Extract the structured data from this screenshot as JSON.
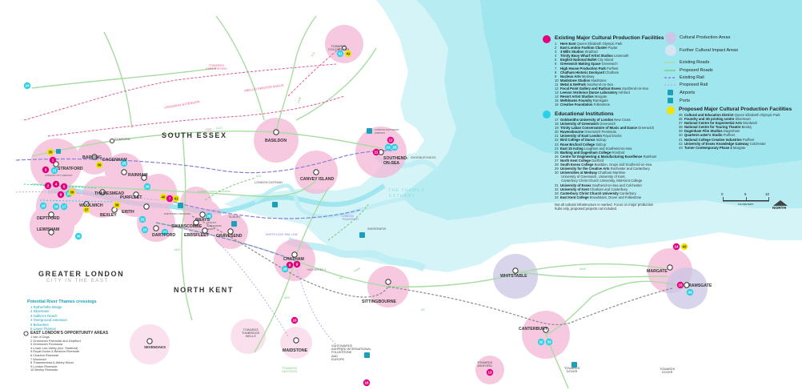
{
  "colors": {
    "sea": "#d5f4f7",
    "sea_deep": "#9fe6ee",
    "land": "#ffffff",
    "cultural_area": "#f3b7d6",
    "impact_area": "#c9c6e6",
    "existing_road": "#a7dca2",
    "proposed_road": "#7fc77f",
    "existing_rail": "#8a7fd8",
    "proposed_rail": "#b6aee6",
    "pink_route": "#e4578f",
    "existing_facility": "#e5007e",
    "educational": "#2cd0e5",
    "proposed_facility": "#f2e400",
    "port": "#1aa0b8"
  },
  "regions": {
    "south_essex": "SOUTH ESSEX",
    "greater_london": "GREATER LONDON",
    "city_in_east": "CITY IN THE EAST",
    "north_kent": "NORTH KENT",
    "estuary": "THE THAMES",
    "estuary2": "ESTUARY"
  },
  "places": [
    {
      "id": "stratford",
      "name": "STRATFORD"
    },
    {
      "id": "barking",
      "name": "BARKING"
    },
    {
      "id": "dagenham",
      "name": "DAGENHAM"
    },
    {
      "id": "rainham",
      "name": "RAINHAM"
    },
    {
      "id": "thamesmead",
      "name": "THAMESMEAD"
    },
    {
      "id": "purfleet",
      "name": "PURFLEET"
    },
    {
      "id": "woolwich",
      "name": "WOOLWICH"
    },
    {
      "id": "bexley",
      "name": "BEXLEY"
    },
    {
      "id": "erith",
      "name": "ERITH"
    },
    {
      "id": "deptford",
      "name": "DEPTFORD"
    },
    {
      "id": "lewisham",
      "name": "LEWISHAM"
    },
    {
      "id": "dartford",
      "name": "DARTFORD"
    },
    {
      "id": "grays",
      "name": "GRAYS"
    },
    {
      "id": "swanscombe",
      "name": "SWANSCOMBE"
    },
    {
      "id": "ebbsfleet",
      "name": "EBBSFLEET"
    },
    {
      "id": "gravesend",
      "name": "GRAVESEND"
    },
    {
      "id": "basildon",
      "name": "BASILDON"
    },
    {
      "id": "canvey",
      "name": "CANVEY ISLAND"
    },
    {
      "id": "southend",
      "name": "SOUTHEND-\nON-SEA"
    },
    {
      "id": "chatham",
      "name": "CHATHAM"
    },
    {
      "id": "sittingbourne",
      "name": "SITTINGBOURNE"
    },
    {
      "id": "whitstable",
      "name": "WHITSTABLE"
    },
    {
      "id": "margate",
      "name": "MARGATE"
    },
    {
      "id": "ramsgate",
      "name": "RAMSGATE"
    },
    {
      "id": "canterbury",
      "name": "CANTERBURY"
    },
    {
      "id": "maidstone",
      "name": "MAIDSTONE"
    },
    {
      "id": "sevenoaks",
      "name": "SEVENOAKS"
    },
    {
      "id": "romford",
      "name": "ROMFORD"
    }
  ],
  "small_places": {
    "london_city_airport": "LONDON CITY AIRPORT",
    "shoeburyness": "SHOEBURYNESS",
    "sheerness": "SHEERNESS",
    "tilbury": "TILBURY",
    "london_gateway": "LONDON GATEWAY",
    "tilbury_gravesend_ferry": "TILBURY\nGRAVESEND\nFERRY",
    "dartford_crossing": "DARTFORD CROSSING",
    "london_southend_airport": "LONDON SOUTHEND\nAIRPORT"
  },
  "towns": {
    "colchester": "TOWARDS\nCOLCHESTER",
    "chelmsford": "TOWARDS\nCHELMSFORD",
    "tunbridge": "TOWARDS\nTUNBRIDGE\nWELLS",
    "hastings": "TOWARDS\nHASTINGS",
    "ashford_intl": "VIA TOWARDS\nASHFORD INTERNATIONAL\nFOLKESTONE\nAND\nEUROPE",
    "ashford": "TOWARDS\nASHFORD",
    "dover1": "TOWARDS\nDOVER",
    "dover2": "TOWARDS\nDOVER"
  },
  "road_labels": {
    "a12": "A12",
    "a127": "A127",
    "a13": "A13",
    "a2": "A2",
    "a249": "A249",
    "a299": "A299",
    "m2": "M2",
    "m20": "M20",
    "m25": "M25",
    "c2c": "C2C",
    "a130": "A130",
    "lower_thames": "LOWER THAMES CROSSING",
    "north_kent_rail": "NORTH KENT RAIL LINE",
    "london_transport": "LONDON\nTRANSPORT",
    "hs1": "HIGHSPEED 1",
    "gallions": "GALLIONS REACH",
    "crossrail": "CROSSRAIL EXTENSION",
    "abellio": "ABELLIO GREATER ANGLIA",
    "chelmsford_label": "CHELMSFORD"
  },
  "existing_facilities": {
    "title": "Existing Major Cultural Production Facilities",
    "items": [
      {
        "n": "1",
        "name": "Here East",
        "loc": "Queen Elizabeth Olympic Park"
      },
      {
        "n": "2",
        "name": "East London Fashion Cluster",
        "loc": "Poplar"
      },
      {
        "n": "3",
        "name": "3 Mills Studios",
        "loc": "Stratford"
      },
      {
        "n": "4",
        "name": "Trinity Buoy Wharf Artist Studios",
        "loc": "Leamouth"
      },
      {
        "n": "5",
        "name": "English National Ballet",
        "loc": "City Island"
      },
      {
        "n": "6",
        "name": "Greenwich Making Space",
        "loc": "Greenwich"
      },
      {
        "n": "7",
        "name": "High House Production Park",
        "loc": "Purfleet"
      },
      {
        "n": "8",
        "name": "Chatham Historic Dockyard",
        "loc": "Chatham"
      },
      {
        "n": "9",
        "name": "Nucleus Arts",
        "loc": "Medway"
      },
      {
        "n": "10",
        "name": "Maidstone Studios",
        "loc": "Maidstone"
      },
      {
        "n": "11",
        "name": "Metal & NetPark",
        "loc": "Southend-on-Sea"
      },
      {
        "n": "12",
        "name": "Focal Point Gallery and Radical Essex",
        "loc": "Southend-on-Sea"
      },
      {
        "n": "13",
        "name": "Leeson Verdonce Dance Laboratory",
        "loc": "Ashford"
      },
      {
        "n": "14",
        "name": "Resort Artist Studios",
        "loc": "Margate"
      },
      {
        "n": "15",
        "name": "Meltdowns Foundry",
        "loc": "Ramsgate"
      },
      {
        "n": "16",
        "name": "Creative Foundation",
        "loc": "Folkestone"
      }
    ]
  },
  "educational": {
    "title": "Educational Institutions",
    "items": [
      {
        "n": "17",
        "name": "Goldsmiths University of London",
        "loc": "New Cross"
      },
      {
        "n": "18",
        "name": "University of Greenwich",
        "loc": "Greenwich"
      },
      {
        "n": "19",
        "name": "Trinity Laban Conservatoire of Music and Dance",
        "loc": "Greenwich"
      },
      {
        "n": "20",
        "name": "Ravensbourne",
        "loc": "Greenwich Peninsula"
      },
      {
        "n": "21",
        "name": "University of East London",
        "loc": "Royal Docks"
      },
      {
        "n": "22",
        "name": "Bird College of Dance",
        "loc": "Sidcup"
      },
      {
        "n": "23",
        "name": "Rose Bruford College",
        "loc": "Sidcup"
      },
      {
        "n": "24",
        "name": "East 15 Acting",
        "loc": "Loughton and Southend-on-Sea"
      },
      {
        "n": "25",
        "name": "Barking and Dagenham College",
        "loc": "Romford"
      },
      {
        "n": "26",
        "name": "Centre for Engineering & Manufacturing Excellence",
        "loc": "Rainham"
      },
      {
        "n": "27",
        "name": "North Kent College",
        "loc": "Dartford"
      },
      {
        "n": "28",
        "name": "South Essex College",
        "loc": "Basildon, Grays and Southend-on-Sea"
      },
      {
        "n": "29",
        "name": "University for the Creative Arts",
        "loc": "Rochester and Canterbury"
      },
      {
        "n": "30",
        "name": "Universities at Medway",
        "loc": "Chatham Maritime"
      },
      {
        "n": "",
        "name": "",
        "loc": "University of Greenwich, University of Kent,"
      },
      {
        "n": "",
        "name": "",
        "loc": "Canterbury Christ Church University, Mid-Kent College"
      },
      {
        "n": "31",
        "name": "University of Essex",
        "loc": "Southend-on-Sea and Colchester"
      },
      {
        "n": "32",
        "name": "University of Kent",
        "loc": "Chatham and Canterbury"
      },
      {
        "n": "33",
        "name": "Canterbury Christ Church University",
        "loc": "Canterbury"
      },
      {
        "n": "34",
        "name": "East Kent College",
        "loc": "Broadstairs, Dover and Folkestone"
      }
    ],
    "note1": "Not all cultural infrastructure is marked. Focus on major production",
    "note2": "hubs only, proposed projects not included."
  },
  "proposed": {
    "title": "Proposed Major Cultural Production Facilities",
    "items": [
      {
        "n": "35",
        "name": "Cultural and Education District",
        "loc": "Queen Elizabeth Olympic Park"
      },
      {
        "n": "36",
        "name": "Foundry and 3D printing centre",
        "loc": "Silvertown"
      },
      {
        "n": "37",
        "name": "National Centre for Experiential Arts",
        "loc": "Woolwich"
      },
      {
        "n": "38",
        "name": "National Centre for Touring Theatre",
        "loc": "Bexley"
      },
      {
        "n": "39",
        "name": "Dagenham Film Studios",
        "loc": "Dagenham"
      },
      {
        "n": "40",
        "name": "Quarterm aster's Studio",
        "loc": "Purfleet"
      },
      {
        "n": "41",
        "name": "National College Creative Industries",
        "loc": "Purfleet"
      },
      {
        "n": "42",
        "name": "University of Essex Knowledge Gateway",
        "loc": "Colchester"
      },
      {
        "n": "43",
        "name": "Turner Contemporary Phase 2",
        "loc": "Margate"
      }
    ]
  },
  "key": {
    "cultural_areas": "Cultural Production Areas",
    "impact_areas": "Further Cultural Impact Areas",
    "existing_roads": "Existing Roads",
    "proposed_roads": "Proposed Roads",
    "existing_rail": "Existing Rail",
    "proposed_rail": "Proposed Rail",
    "airports": "Airports",
    "ports": "Ports"
  },
  "scale": {
    "zero": "0",
    "five": "5",
    "ten": "10",
    "unit": "KILOMETERS",
    "north": "NORTH"
  },
  "crossings": {
    "title": "Potential River Thames crossings",
    "items": [
      "1  Rotherhithe Bridge",
      "2  Silvertown",
      "3  Gallion's Reach",
      "4  Overground extension",
      "5  Belvedere",
      "6  Lower Thames"
    ]
  },
  "opportunity": {
    "title": "EAST LONDON'S OPPORTUNITY AREAS",
    "items": [
      "1   Isle of Dogs",
      "2   Greenwich Riverside and Deptford",
      "3   Greenwich Peninsula",
      "4   Lower Lea Valley (incl. Stratford)",
      "5   Royal Docks & Beckton Riverside",
      "6   Charlton Riverside",
      "7   Woolwich",
      "8   Thamesmead & Abbey Wood",
      "9   London Riverside",
      "10  Bexley Riverside"
    ]
  },
  "markers": {
    "m35": "35",
    "m1": "1",
    "m2": "2",
    "m3": "3",
    "m4": "4",
    "m5": "5",
    "m6": "6",
    "m7": "7",
    "m8": "8",
    "m9": "9",
    "m10": "10",
    "m11": "11",
    "m12": "12",
    "m13": "13",
    "m14": "14",
    "m15": "15",
    "m16": "16",
    "m36": "36",
    "m37": "37",
    "m38": "38",
    "m39": "39",
    "m40": "40",
    "m41": "41",
    "m42": "42",
    "m43": "43",
    "m17": "17",
    "m18": "18",
    "m19": "19",
    "m20": "20",
    "m21": "21",
    "m22": "22",
    "m23": "23",
    "m24": "24",
    "m25": "25",
    "m26": "26",
    "m27": "27",
    "m28": "28",
    "m29": "29",
    "m30": "30",
    "m31": "31",
    "m32": "32",
    "m33": "33",
    "m34": "34"
  }
}
